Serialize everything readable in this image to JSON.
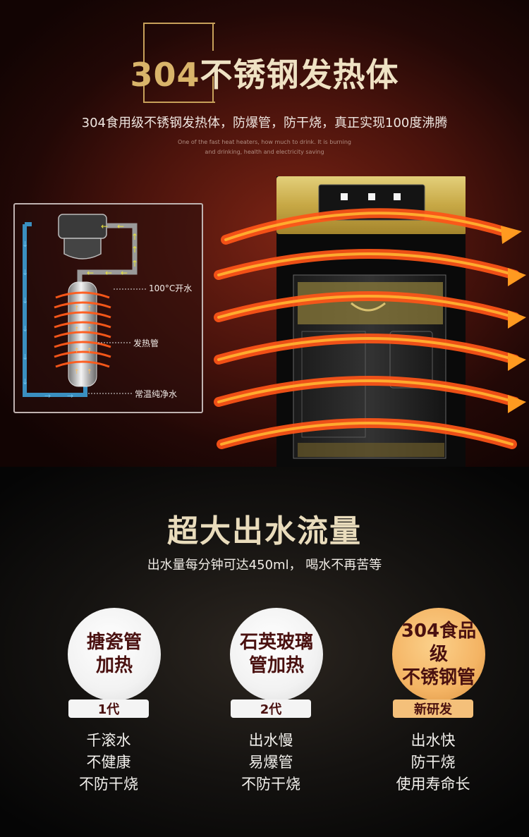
{
  "top": {
    "title_num": "304",
    "title_text": "不锈钢发热体",
    "subtitle": "304食用级不锈钢发热体，防爆管，防干烧，真正实现100度沸腾",
    "english_line1": "One of the fast heat heaters, how much to drink. It is burning",
    "english_line2": "and drinking, health and electricity saving",
    "diagram": {
      "label_boiling": "100°C开水",
      "label_heater": "发热管",
      "label_pure": "常温纯净水"
    }
  },
  "bottom": {
    "title": "超大出水流量",
    "subtitle": "出水量每分钟可达450ml， 喝水不再苦等",
    "generations": [
      {
        "circle_line1": "搪瓷管",
        "circle_line2": "加热",
        "tag": "1代",
        "features": [
          "千滚水",
          "不健康",
          "不防干烧"
        ]
      },
      {
        "circle_line1": "石英玻璃",
        "circle_line2": "管加热",
        "tag": "2代",
        "features": [
          "出水慢",
          "易爆管",
          "不防干烧"
        ]
      },
      {
        "circle_line1": "304食品级",
        "circle_line2": "不锈钢管",
        "tag": "新研发",
        "features": [
          "出水快",
          "防干烧",
          "使用寿命长"
        ]
      }
    ]
  },
  "colors": {
    "gold_text": "#d9b46a",
    "title_cream": "#efe2c4",
    "dark_red_text": "#4a1110",
    "gold_badge": "#f4c07a",
    "arrow_blue": "#4fa8d6",
    "arrow_yellow": "#e8e040"
  }
}
